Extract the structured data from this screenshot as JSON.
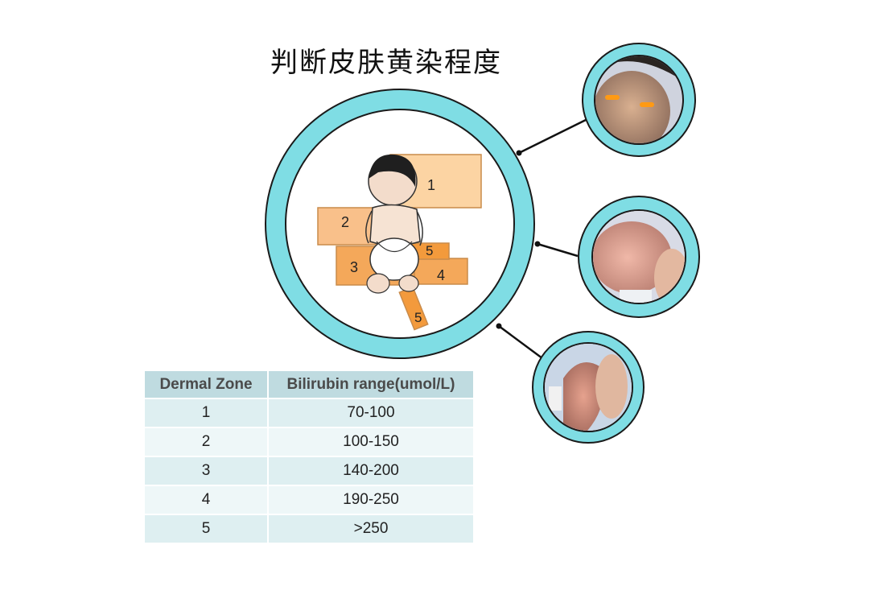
{
  "title": "判断皮肤黄染程度",
  "zones": [
    {
      "label": "1",
      "color": "#fcd4a3"
    },
    {
      "label": "2",
      "color": "#f9c08a"
    },
    {
      "label": "3",
      "color": "#f4a85a"
    },
    {
      "label": "4",
      "color": "#f4a85a"
    },
    {
      "label": "5",
      "color": "#f39a3c"
    }
  ],
  "photos": [
    {
      "name": "face-photo"
    },
    {
      "name": "trunk-photo"
    },
    {
      "name": "hand-photo"
    }
  ],
  "table": {
    "headers": [
      "Dermal Zone",
      "Bilirubin range(umol/L)"
    ],
    "rows": [
      [
        "1",
        "70-100"
      ],
      [
        "2",
        "100-150"
      ],
      [
        "3",
        "140-200"
      ],
      [
        "4",
        "190-250"
      ],
      [
        "5",
        ">250"
      ]
    ]
  },
  "colors": {
    "ring": "#7fdde4",
    "ring_stroke": "#1a1a1a",
    "table_header": "#bfdbe0",
    "table_row_a": "#deeff1",
    "table_row_b": "#eef7f8"
  }
}
